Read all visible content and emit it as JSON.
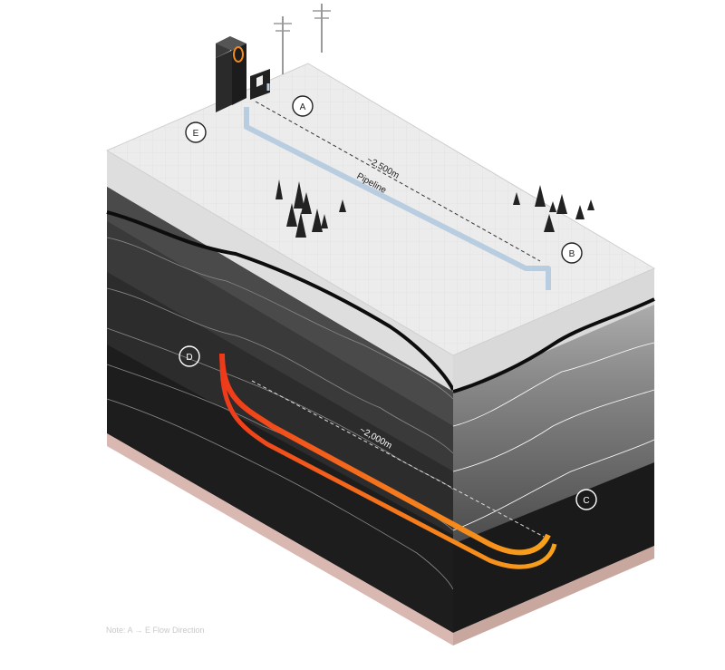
{
  "markers": [
    {
      "id": "a",
      "label": "A"
    },
    {
      "id": "b",
      "label": "B"
    },
    {
      "id": "c",
      "label": "C"
    },
    {
      "id": "d",
      "label": "D"
    },
    {
      "id": "e",
      "label": "E"
    }
  ],
  "labels": {
    "pipeline_distance": "~2,500m",
    "pipeline": "Pipeline",
    "depth_distance": "~2,000m",
    "note": "Note: A → E Flow Direction"
  },
  "colors": {
    "surface": "#ececec",
    "pipeline": "#b9cde0",
    "hot": "#ef2b1a",
    "warm": "#f7a21b",
    "cool": "#2f7fae",
    "rock_dark": "#1f1f1f",
    "base": "#d8b8b0"
  }
}
